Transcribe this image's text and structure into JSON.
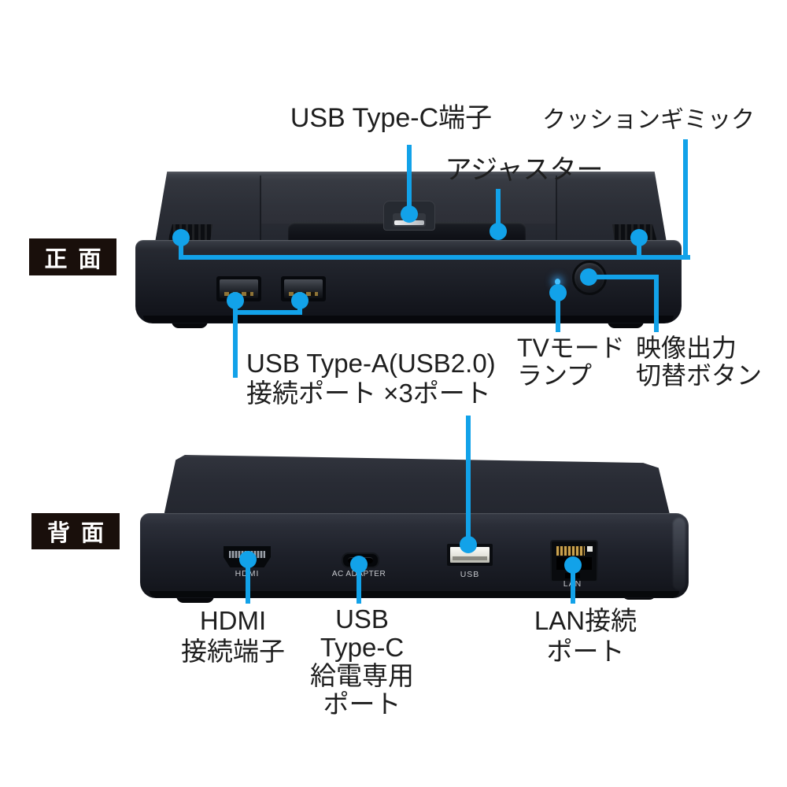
{
  "meta": {
    "background": "#FFFFFF",
    "accent_blue": "#12A2E9",
    "led_color": "#47C1FF",
    "device_color": "#20232B",
    "tag_background": "#190F0B"
  },
  "front_section": {
    "tag": "正面",
    "callouts": {
      "usb_type_c": "USB Type-C端子",
      "adjuster": "アジャスター",
      "cushion": "クッションギミック",
      "usb_type_a": {
        "line1": "USB Type-A(USB2.0)",
        "line2": "接続ポート ×3ポート"
      },
      "tv_mode_lamp": {
        "line1": "TVモード",
        "line2": "ランプ"
      },
      "video_output_button": {
        "line1": "映像出力",
        "line2": "切替ボタン"
      }
    }
  },
  "back_section": {
    "tag": "背面",
    "port_prints": {
      "hdmi": "HDMI",
      "ac_adapter": "AC ADAPTER",
      "usb": "USB",
      "lan": "LAN"
    },
    "callouts": {
      "hdmi": {
        "line1": "HDMI",
        "line2": "接続端子"
      },
      "usb_type_c_power": {
        "line1": "USB",
        "line2": "Type-C",
        "line3": "給電専用",
        "line4": "ポート"
      },
      "lan": {
        "line1": "LAN接続",
        "line2": "ポート"
      }
    }
  }
}
